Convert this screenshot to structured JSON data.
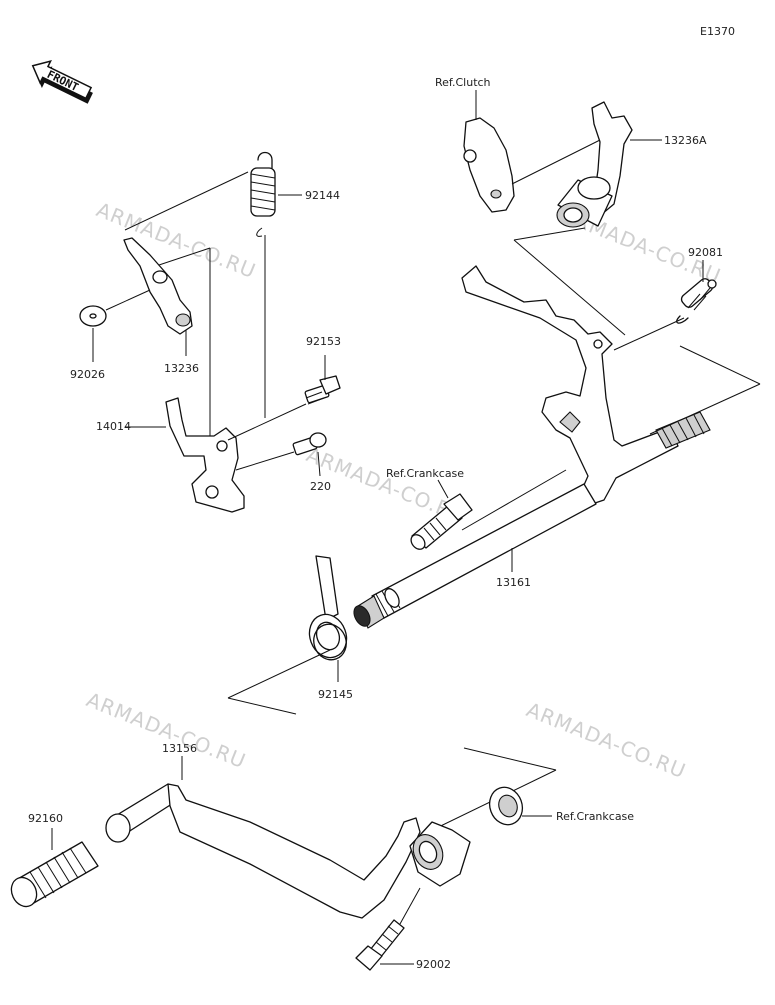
{
  "diagram_code": "E1370",
  "front_label": "FRONT",
  "watermark": "ARMADA-CO.RU",
  "parts": {
    "ref_clutch": "Ref.Clutch",
    "p13236A": "13236A",
    "p92144": "92144",
    "p92081": "92081",
    "p92026": "92026",
    "p13236": "13236",
    "p92153": "92153",
    "p14014": "14014",
    "p220": "220",
    "ref_crankcase_1": "Ref.Crankcase",
    "p13161": "13161",
    "p92145": "92145",
    "p13156": "13156",
    "p92160": "92160",
    "ref_crankcase_2": "Ref.Crankcase",
    "p92002": "92002"
  }
}
